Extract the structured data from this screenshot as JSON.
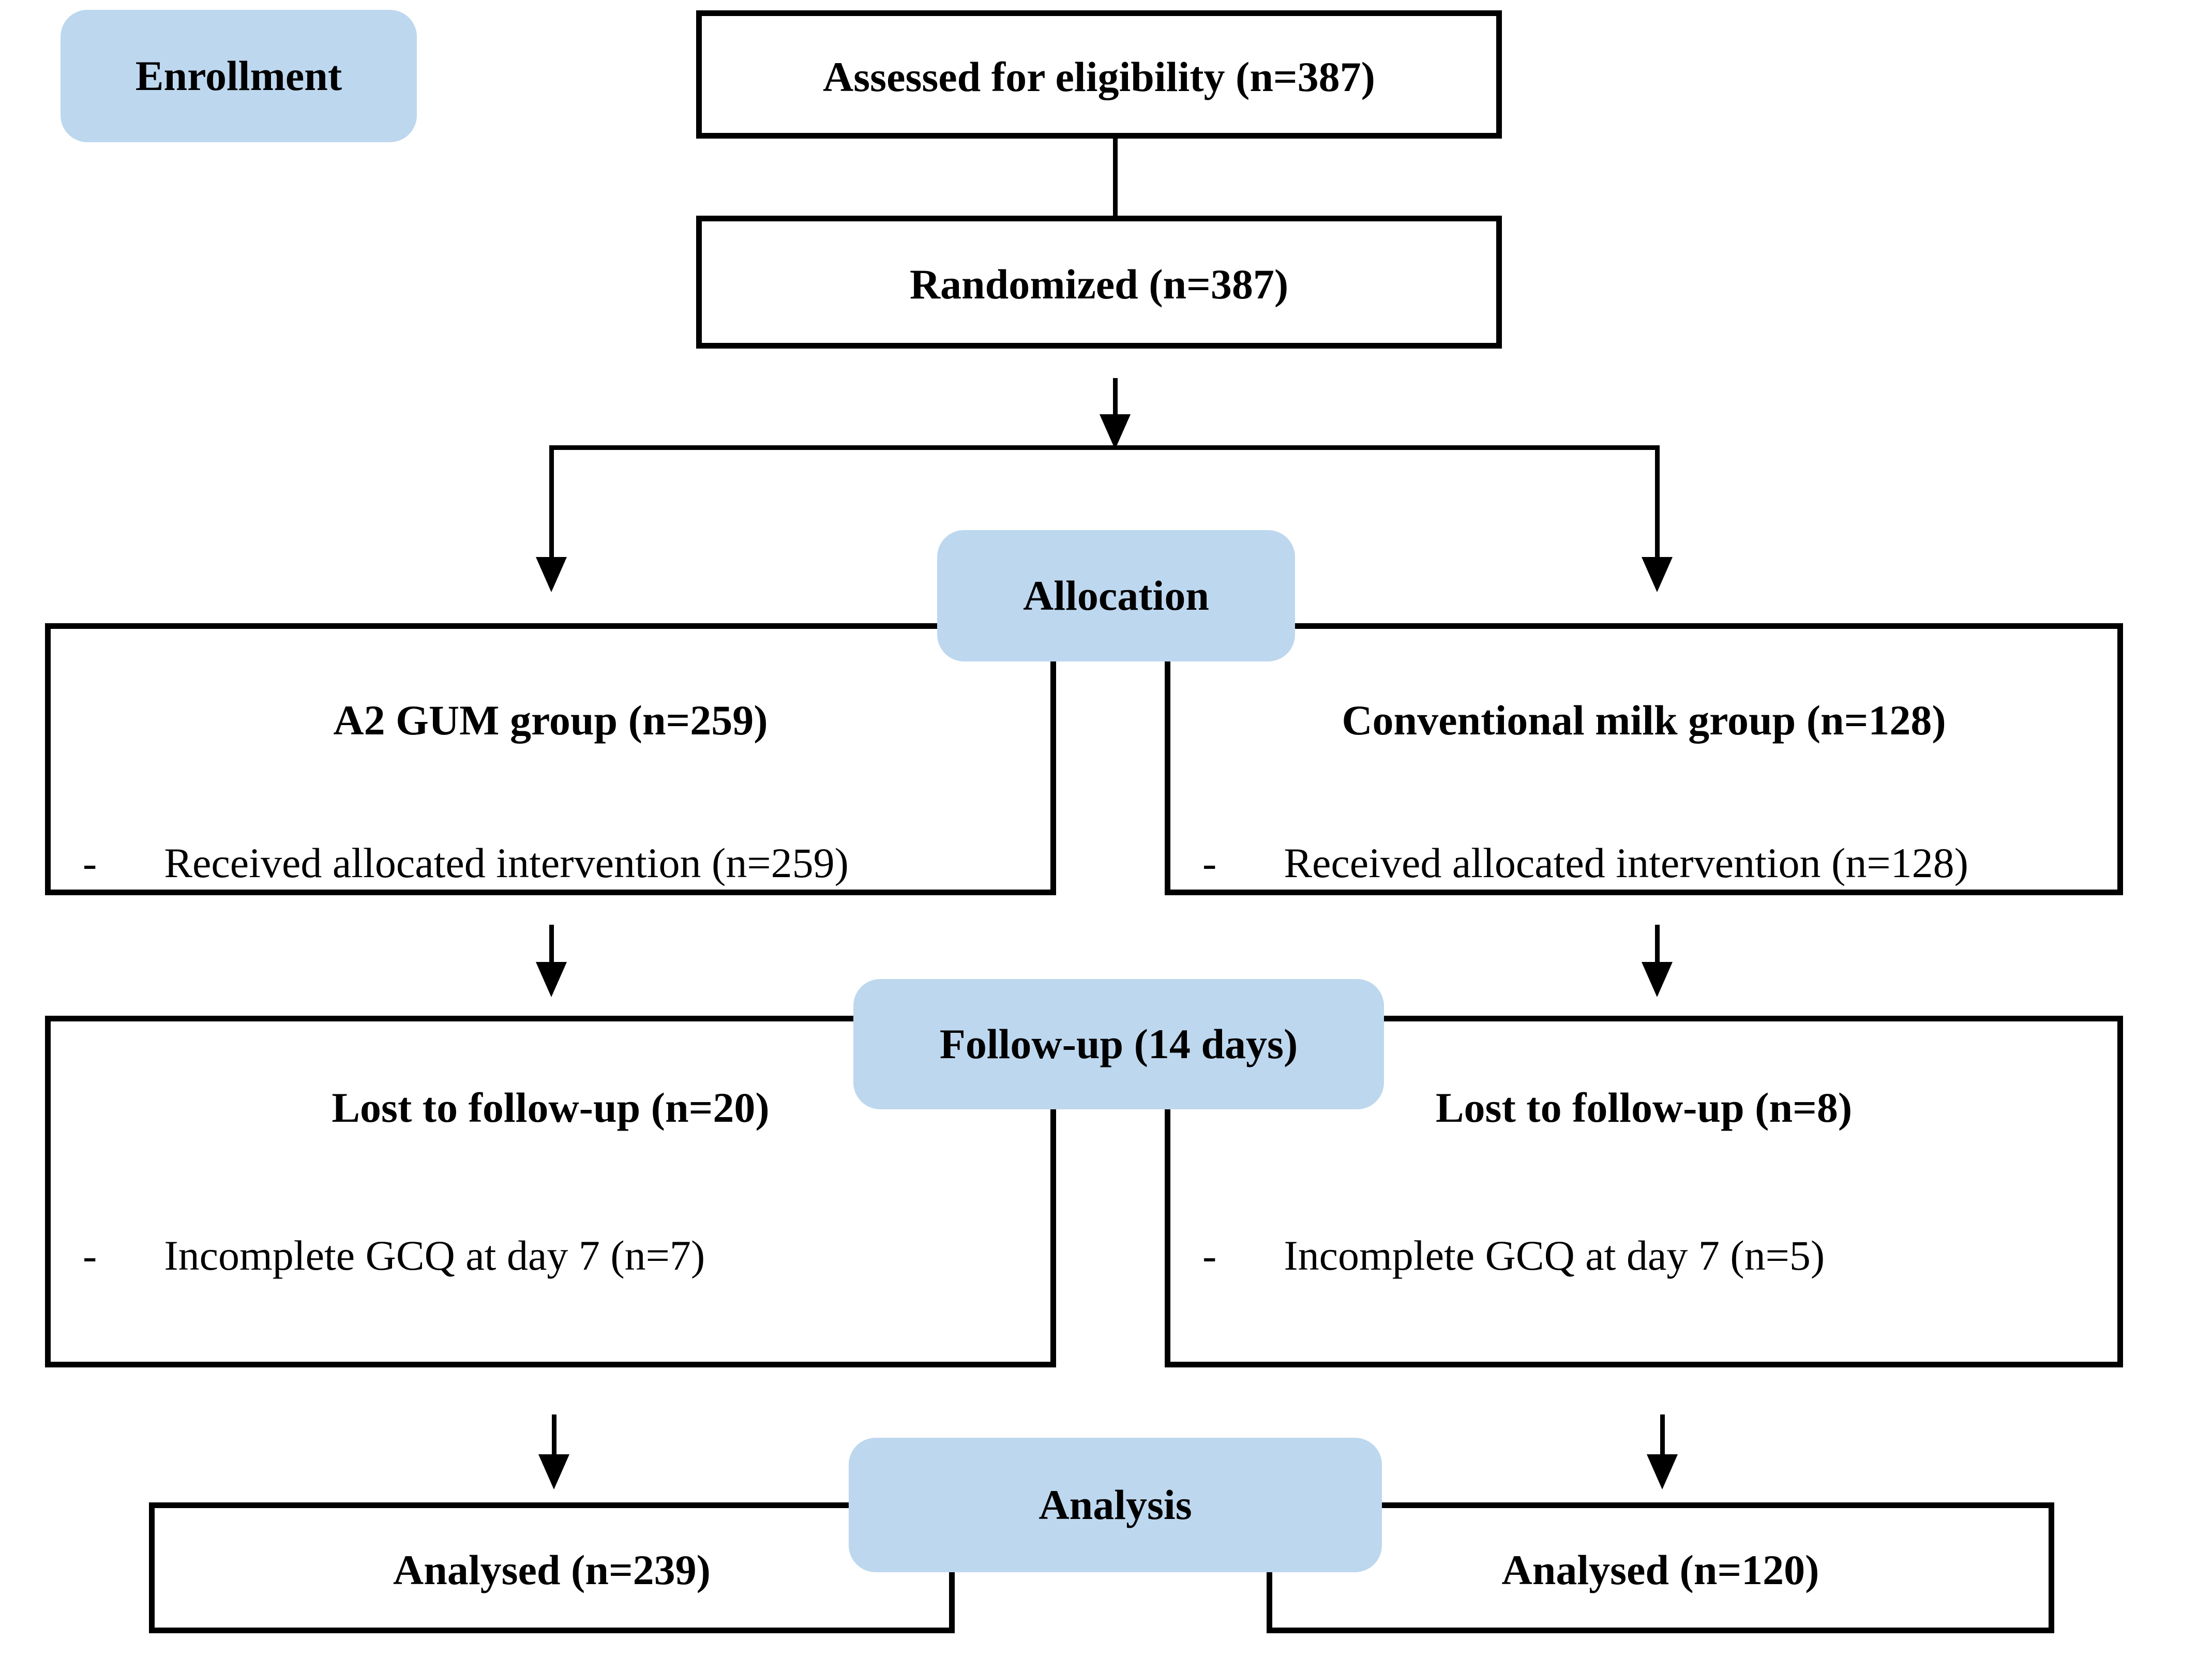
{
  "figure": {
    "title": "CONSORT participant flow diagram",
    "colors": {
      "stage_fill": "#bdd7ee",
      "border": "#000000",
      "text": "#000000",
      "background": "#ffffff"
    },
    "stages": {
      "enrollment": {
        "label": "Enrollment"
      },
      "allocation": {
        "label": "Allocation"
      },
      "followup": {
        "label": "Follow-up (14 days)"
      },
      "analysis": {
        "label": "Analysis"
      }
    },
    "boxes": {
      "assessed": {
        "text": "Assessed for eligibility (n=387)"
      },
      "randomized": {
        "text": "Randomized (n=387)"
      },
      "group_left": {
        "title": "A2 GUM group (n=259)",
        "dash": "-",
        "item": "Received allocated intervention (n=259)"
      },
      "group_right": {
        "title": "Conventional milk group (n=128)",
        "dash": "-",
        "item": "Received allocated intervention (n=128)"
      },
      "followup_left": {
        "title": "Lost to follow-up (n=20)",
        "dash": "-",
        "item": "Incomplete GCQ at day 7 (n=7)"
      },
      "followup_right": {
        "title": "Lost to follow-up (n=8)",
        "dash": "-",
        "item": "Incomplete GCQ at day 7 (n=5)"
      },
      "analysed_left": {
        "text": "Analysed (n=239)"
      },
      "analysed_right": {
        "text": "Analysed (n=120)"
      }
    }
  }
}
